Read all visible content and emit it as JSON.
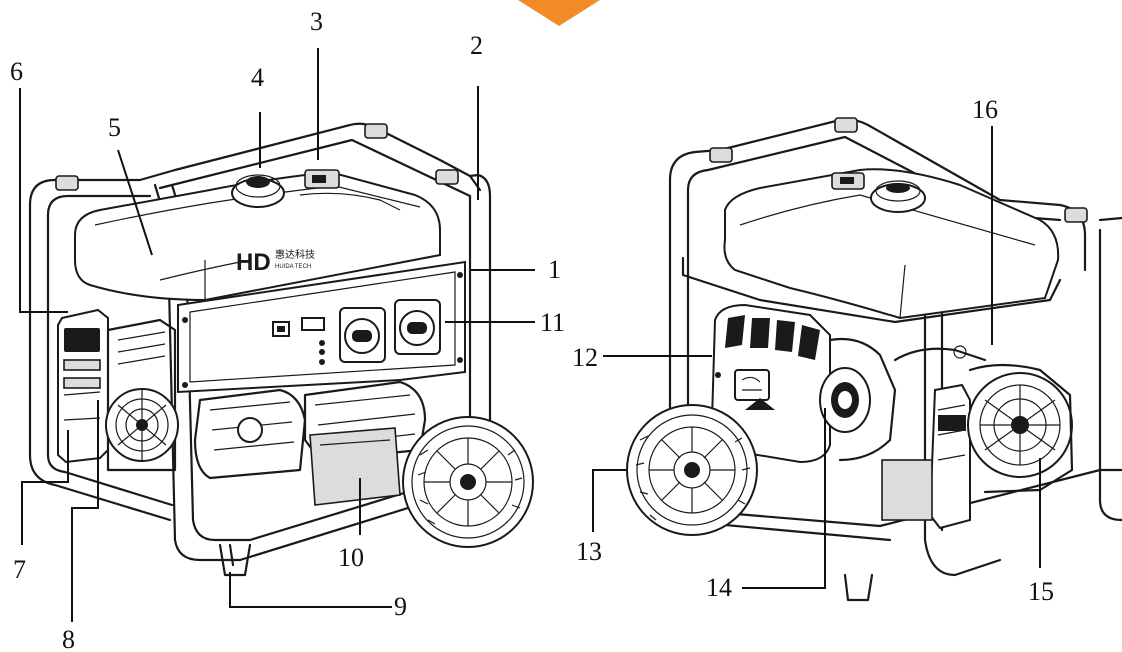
{
  "brand": {
    "mark": "HD",
    "chinese": "惠达科技",
    "english": "HUIDA TECH"
  },
  "colors": {
    "accent_orange": "#f28c28",
    "line": "#1a1a1a",
    "background": "#ffffff"
  },
  "callouts": [
    "1",
    "2",
    "3",
    "4",
    "5",
    "6",
    "7",
    "8",
    "9",
    "10",
    "11",
    "12",
    "13",
    "14",
    "15",
    "16"
  ]
}
